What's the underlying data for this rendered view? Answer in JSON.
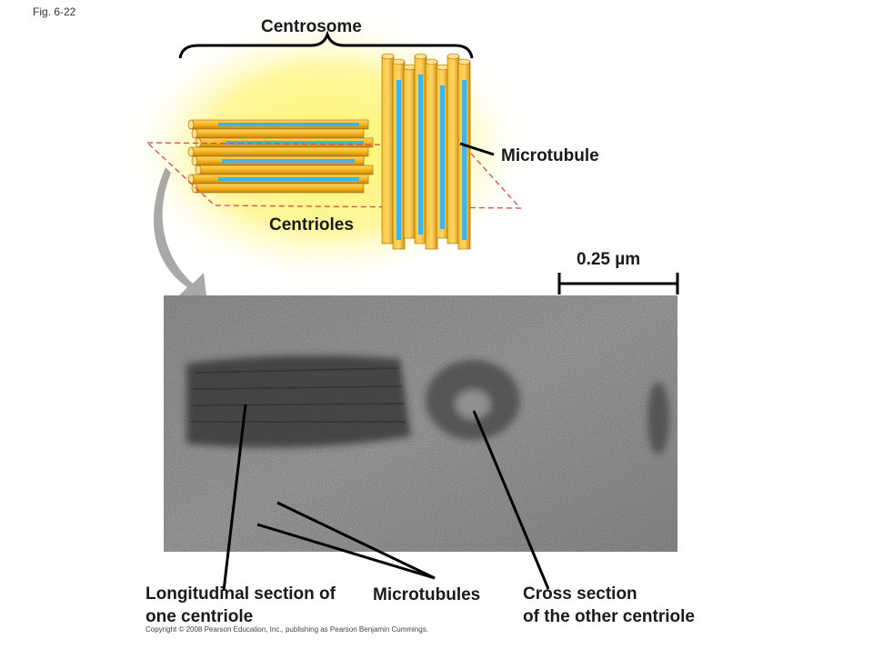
{
  "figure": {
    "number": "Fig. 6-22",
    "labels": {
      "centrosome": "Centrosome",
      "microtubule": "Microtubule",
      "centrioles": "Centrioles",
      "scale_bar": "0.25 µm",
      "longitudinal_line1": "Longitudinal section of",
      "longitudinal_line2": "one centriole",
      "microtubules": "Microtubules",
      "cross_line1": "Cross section",
      "cross_line2": "of the other centriole"
    },
    "copyright": "Copyright © 2008 Pearson Education, Inc., publishing as Pearson Benjamin Cummings."
  },
  "colors": {
    "glow": "#fff27a",
    "tubule_gold": "#f2b21a",
    "tubule_blue": "#3fb4e6",
    "arrow_gray": "#a9a9a9",
    "plane_dash": "#d94a4a",
    "micrograph_base": "#8a8a8a",
    "leader_line": "#000000"
  }
}
